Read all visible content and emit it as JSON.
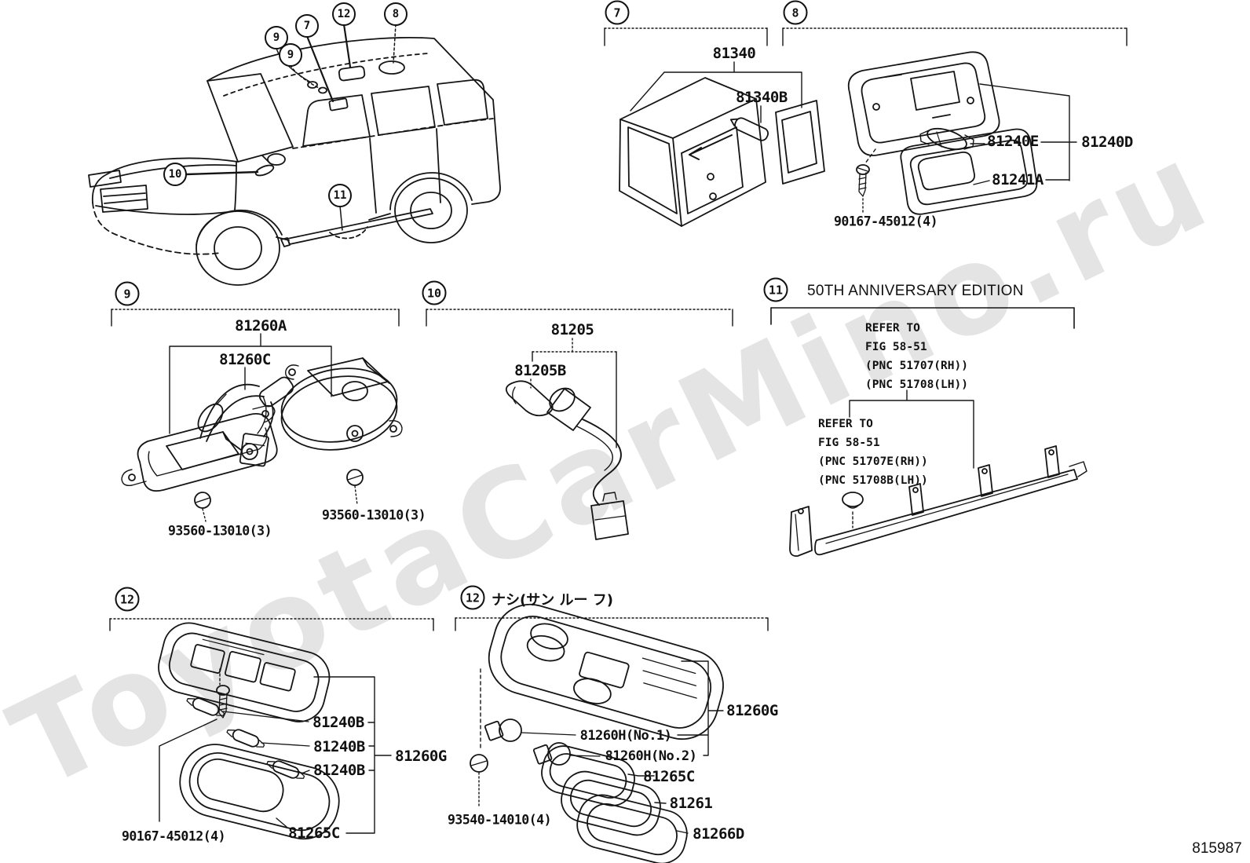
{
  "watermark": {
    "text": "ToyotaCarMino.ru"
  },
  "page": {
    "code": "815987"
  },
  "car_callouts": [
    "9",
    "9",
    "7",
    "12",
    "8",
    "10",
    "11"
  ],
  "sections": {
    "s7": {
      "num": "7",
      "l81340": "81340",
      "l81340b": "81340B"
    },
    "s8": {
      "num": "8",
      "l81240e": "81240E",
      "l81240d": "81240D",
      "l81241a": "81241A",
      "screw": "90167-45012(4)"
    },
    "s9": {
      "num": "9",
      "l81260a": "81260A",
      "l81260c": "81260C",
      "screw1": "93560-13010(3)",
      "screw2": "93560-13010(3)"
    },
    "s10": {
      "num": "10",
      "l81205": "81205",
      "l81205b": "81205B"
    },
    "s11": {
      "num": "11",
      "title": "50TH ANNIVERSARY EDITION",
      "refer1": [
        "REFER TO",
        "FIG 58-51",
        "(PNC 51707(RH))",
        "(PNC 51708(LH))"
      ],
      "refer2": [
        "REFER TO",
        "FIG 58-51",
        "(PNC 51707E(RH))",
        "(PNC 51708B(LH))"
      ]
    },
    "s12a": {
      "num": "12",
      "bulb1": "81240B",
      "bulb2": "81240B",
      "bulb3": "81240B",
      "l81260g": "81260G",
      "l81265c": "81265C",
      "screw": "90167-45012(4)"
    },
    "s12b": {
      "num": "12",
      "note": "ナシ(サン ルー フ)",
      "l81260g": "81260G",
      "h1": "81260H(No.1)",
      "h2": "81260H(No.2)",
      "l81265c": "81265C",
      "l81261": "81261",
      "screw": "93540-14010(4)",
      "l81266d": "81266D"
    }
  }
}
